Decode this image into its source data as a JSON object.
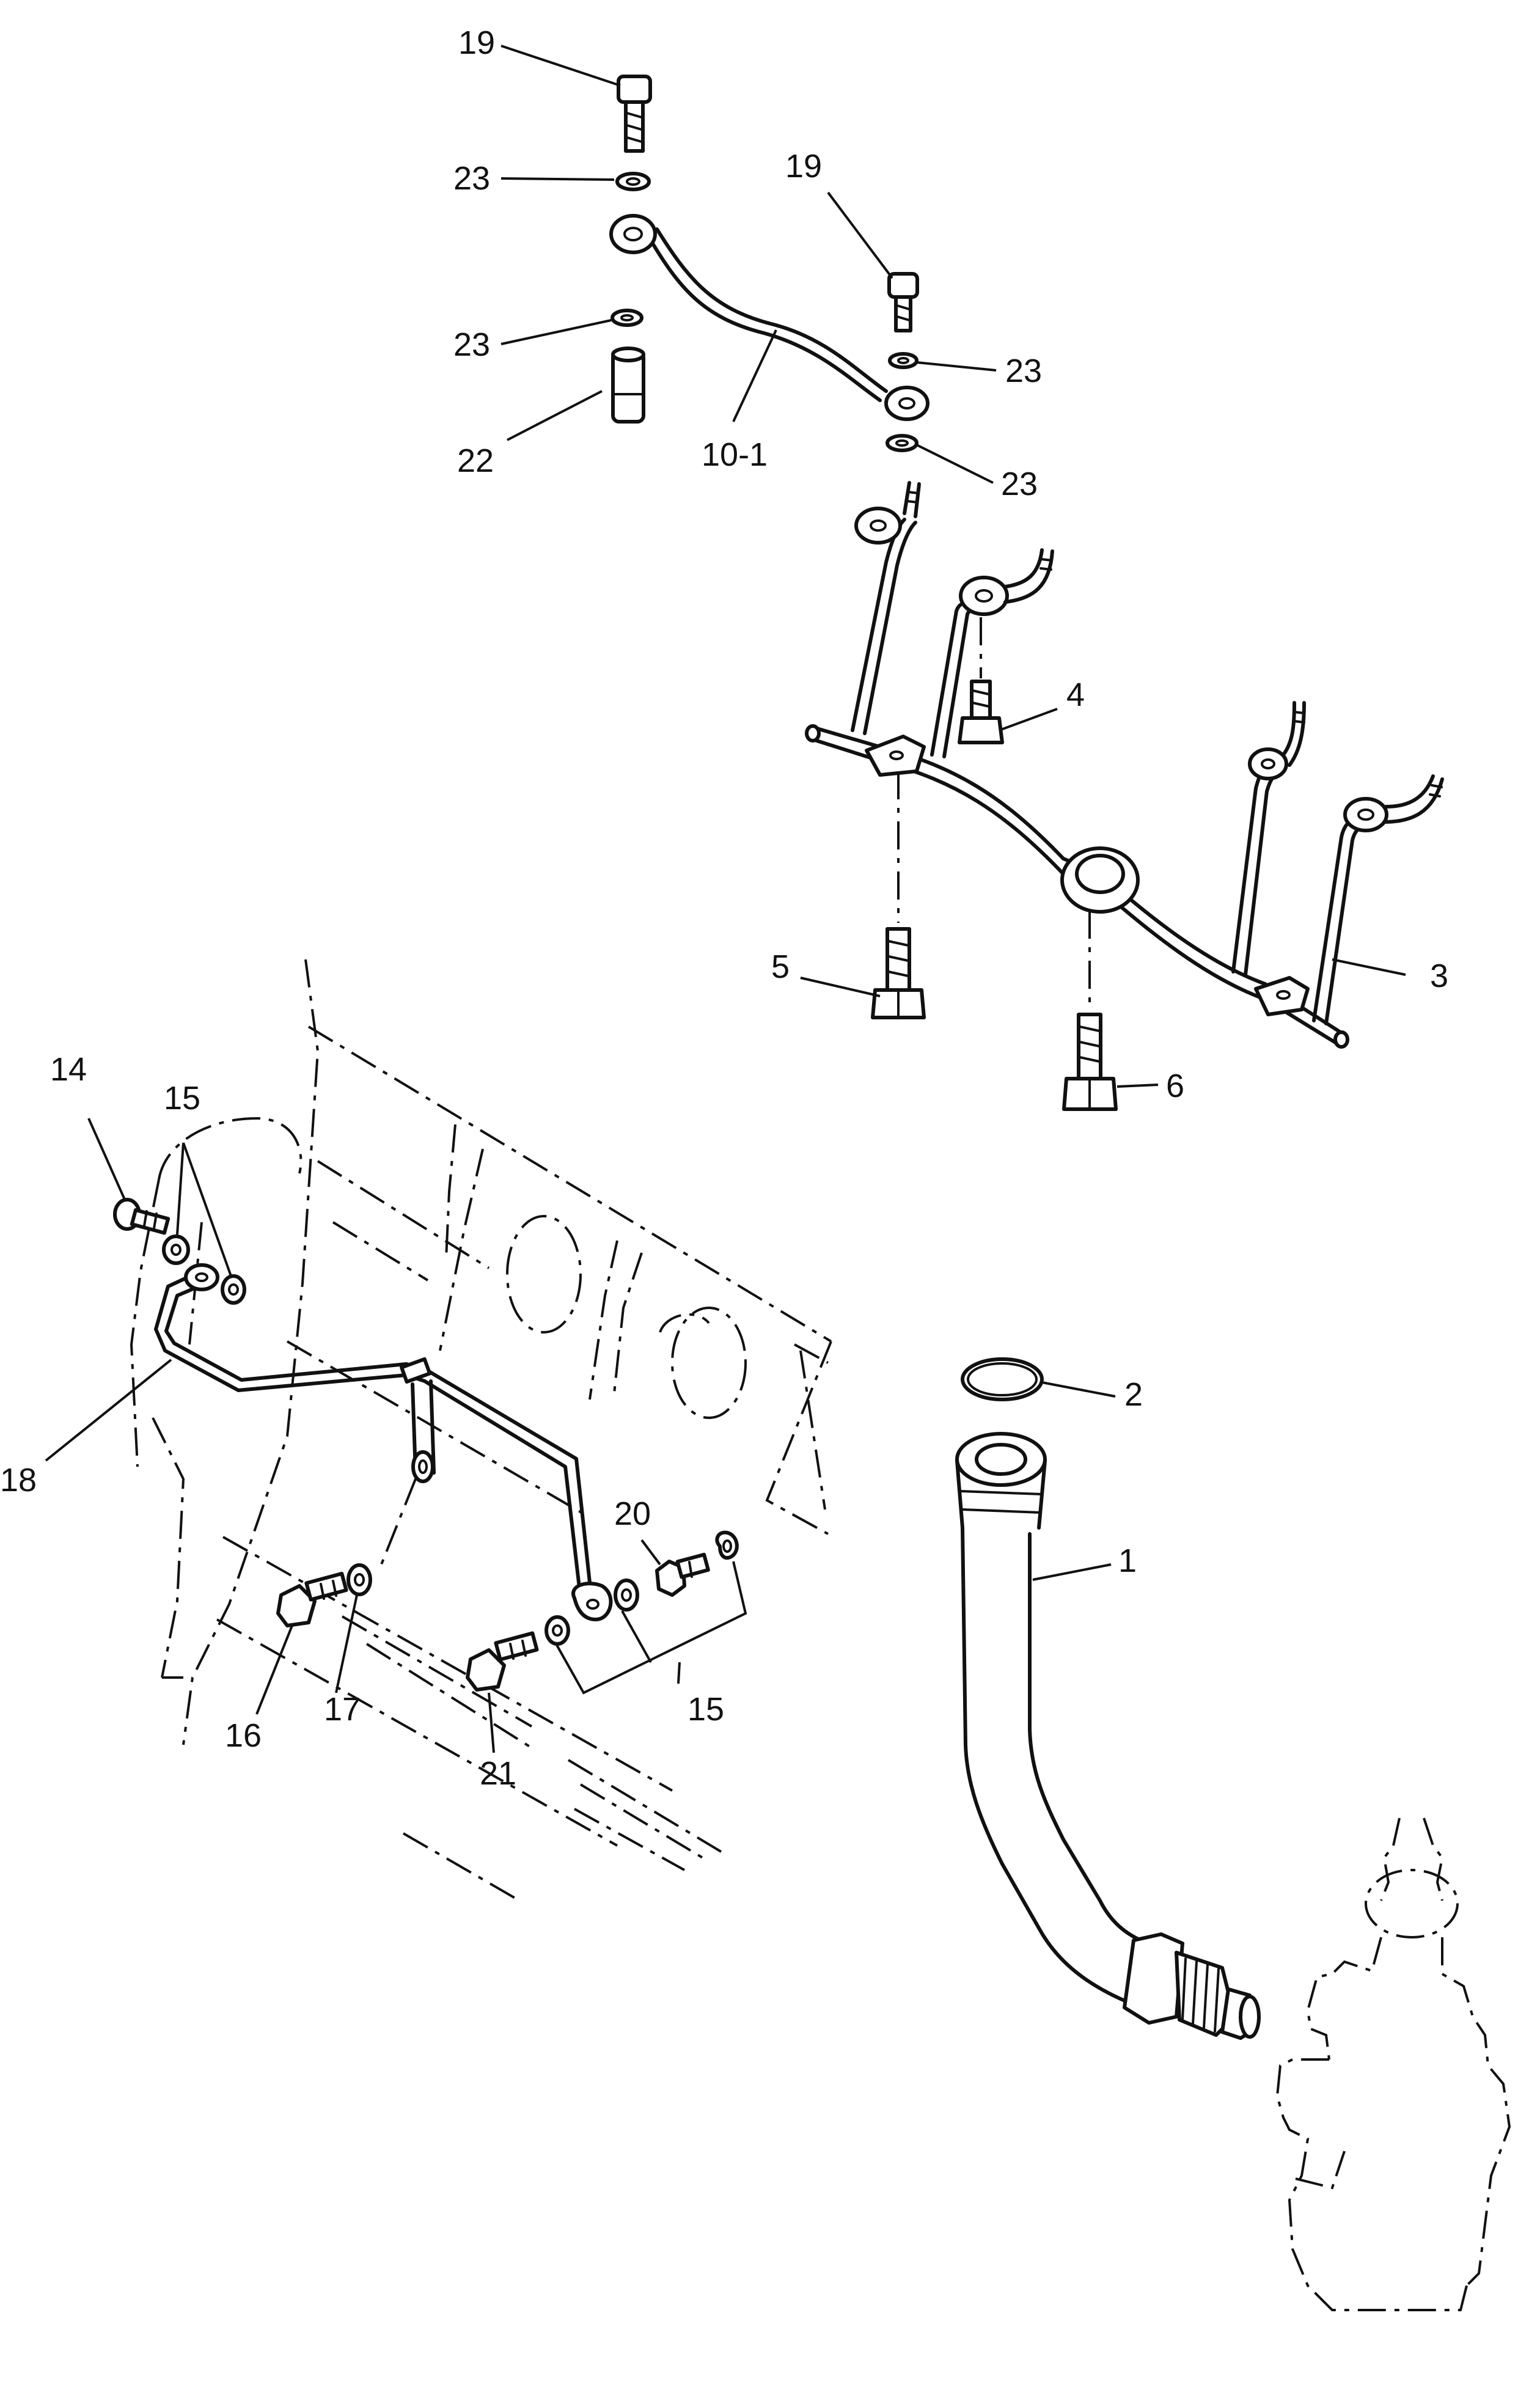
{
  "callouts": [
    {
      "id": "c19a",
      "text": "19"
    },
    {
      "id": "c23a",
      "text": "23"
    },
    {
      "id": "c19b",
      "text": "19"
    },
    {
      "id": "c23b",
      "text": "23"
    },
    {
      "id": "c23c",
      "text": "23"
    },
    {
      "id": "c22",
      "text": "22"
    },
    {
      "id": "c101",
      "text": "10-1"
    },
    {
      "id": "c23d",
      "text": "23"
    },
    {
      "id": "c4",
      "text": "4"
    },
    {
      "id": "c5",
      "text": "5"
    },
    {
      "id": "c3",
      "text": "3"
    },
    {
      "id": "c6",
      "text": "6"
    },
    {
      "id": "c14",
      "text": "14"
    },
    {
      "id": "c15a",
      "text": "15"
    },
    {
      "id": "c2",
      "text": "2"
    },
    {
      "id": "c18",
      "text": "18"
    },
    {
      "id": "c1",
      "text": "1"
    },
    {
      "id": "c20",
      "text": "20"
    },
    {
      "id": "c16",
      "text": "16"
    },
    {
      "id": "c17",
      "text": "17"
    },
    {
      "id": "c15b",
      "text": "15"
    },
    {
      "id": "c21",
      "text": "21"
    }
  ]
}
